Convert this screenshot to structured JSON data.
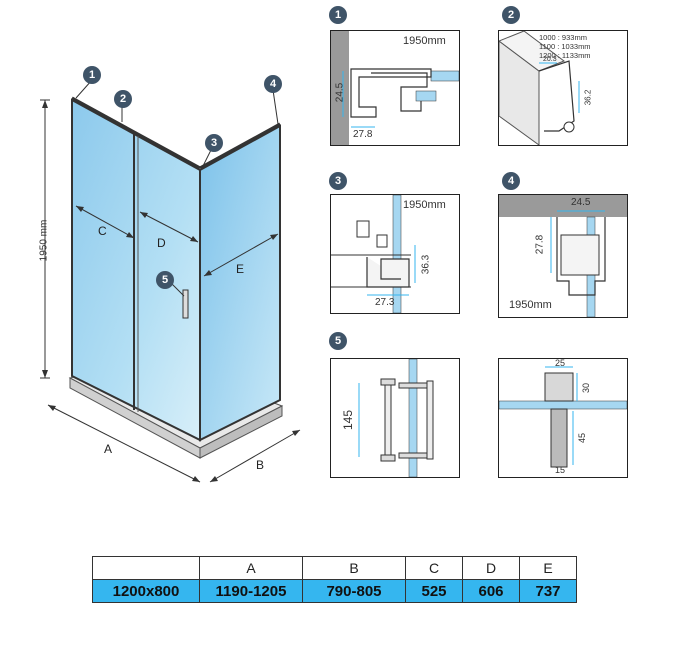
{
  "main_drawing": {
    "height_label": "1950 mm",
    "markers": [
      "1",
      "2",
      "3",
      "4",
      "5"
    ],
    "dim_letters": {
      "a": "A",
      "b": "B",
      "c": "C",
      "d": "D",
      "e": "E"
    }
  },
  "details": {
    "d1": {
      "badge": "1",
      "height": "1950mm",
      "v": "24.5",
      "h": "27.8"
    },
    "d2": {
      "badge": "2",
      "notes": [
        "1000 : 933mm",
        "1100 : 1033mm",
        "1200 : 1133mm"
      ],
      "v1": "20.3",
      "v2": "36.2"
    },
    "d3": {
      "badge": "3",
      "height": "1950mm",
      "v": "36.3",
      "h": "27.3"
    },
    "d4": {
      "badge": "4",
      "height": "1950mm",
      "h": "24.5",
      "v": "27.8"
    },
    "d5": {
      "badge": "5",
      "v": "145"
    },
    "d6": {
      "top": "25",
      "v1": "30",
      "v2": "45",
      "bottom": "15"
    }
  },
  "table": {
    "headers": [
      "",
      "A",
      "B",
      "C",
      "D",
      "E"
    ],
    "values": [
      "1200x800",
      "1190-1205",
      "790-805",
      "525",
      "606",
      "737"
    ]
  },
  "colors": {
    "glass": "#a6d7f1",
    "badge": "#3f5468",
    "table_fill": "#35b6ef",
    "wall": "#9a9a9a"
  }
}
